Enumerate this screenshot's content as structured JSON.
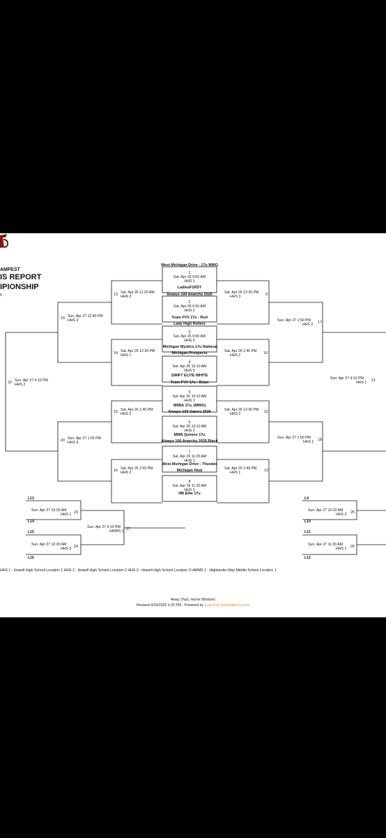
{
  "header": {
    "line1": "AMFEST",
    "line2": "IS REPORT",
    "line3": "IPIONSHIP",
    "line4": "5"
  },
  "teams": {
    "t1": "West Michigan Drive - 17u MWG",
    "t2": "LadiesF1RST",
    "t3": "Always 100 Anarchy 2026",
    "t4": "Team FVV 17u - Rod",
    "t5": "Lady High Rollers",
    "t6": "Michigan Mystics 17u National",
    "t7": "Michigan Prospects",
    "t8": "SWIFT ELITE WHITE",
    "t9": "Team FVV 17u - Brian",
    "t10": "M6BA 17u, (MWG)",
    "t11": "Always 100 Gators 2026",
    "t12": "MWA Queens 17u",
    "t13": "Always 100 Anarchy 2026 Black",
    "t14": "West Michigan Drive - Thunder",
    "t15": "Michigan Heat",
    "t16": "HB Elite 17u"
  },
  "games": {
    "g1": {
      "num": "1",
      "date": "Sat. Apr 26 9:00 AM",
      "loc": "HHS 1"
    },
    "g2": {
      "num": "2",
      "date": "Sat. Apr 26 9:00 AM",
      "loc": "HHS 2"
    },
    "g3": {
      "num": "3",
      "date": "Sat. Apr 26 9:00 AM",
      "loc": "HHS 3"
    },
    "g4": {
      "num": "4",
      "date": "Sat. Apr 26 10:10 AM",
      "loc": "HHS 3"
    },
    "g5": {
      "num": "5",
      "date": "Sat. Apr 26 10:10 AM",
      "loc": "HHS 1"
    },
    "g6": {
      "num": "6",
      "date": "Sat. Apr 26 10:10 AM",
      "loc": "HHS 2"
    },
    "g7": {
      "num": "7",
      "date": "Sat. Apr 26 11:20 AM",
      "loc": "HHS 1"
    },
    "g8": {
      "num": "8",
      "date": "Sat. Apr 26 11:20 AM",
      "loc": "HHS 2"
    },
    "g9": {
      "num": "9",
      "date": "Sat. Apr 26 12:30 PM",
      "loc": "HHS 3"
    },
    "g10": {
      "num": "10",
      "date": "Sat. Apr 26 1:40 PM",
      "loc": "HHS 2"
    },
    "g11": {
      "num": "11",
      "date": "Sat. Apr 26 12:30 PM",
      "loc": "HHS 2"
    },
    "g12": {
      "num": "12",
      "date": "Sat. Apr 26 1:40 PM",
      "loc": "HHS 1"
    },
    "g13": {
      "num": "13",
      "date": "Sat. Apr 26 11:20 AM",
      "loc": "HHS 3"
    },
    "g14": {
      "num": "14",
      "date": "Sat. Apr 26 12:30 PM",
      "loc": "HHS 1"
    },
    "g15": {
      "num": "15",
      "date": "Sat. Apr 26 1:40 PM",
      "loc": "HHS 3"
    },
    "g16": {
      "num": "16",
      "date": "Sat. Apr 26 2:50 PM",
      "loc": "HHS 2"
    },
    "g17": {
      "num": "17",
      "date": "Sun. Apr 27 1:50 PM",
      "loc": "HHS 2"
    },
    "g18": {
      "num": "18",
      "date": "Sun. Apr 27 1:50 PM",
      "loc": "HHS 1"
    },
    "g19": {
      "num": "19",
      "date": "Sun. Apr 27 12:40 PM",
      "loc": "HHS 3"
    },
    "g20": {
      "num": "20",
      "date": "Sun. Apr 27 1:50 PM",
      "loc": "HHS 3"
    },
    "g21": {
      "num": "21",
      "date": "Sun. Apr 27 4:10 PM",
      "loc": "HHS 1"
    },
    "g22": {
      "num": "22",
      "date": "Sun. Apr 27 4:10 PM",
      "loc": "HHS 2"
    },
    "g23": {
      "num": "23",
      "date": "Sun. Apr 27 10:20 AM",
      "loc": "HHS 1"
    },
    "g24": {
      "num": "24",
      "date": "Sun. Apr 27 10:20 AM",
      "loc": "HHS 2"
    },
    "g25": {
      "num": "25",
      "date": "Sun. Apr 27 10:20 AM",
      "loc": "HHS 3"
    },
    "g26": {
      "num": "26",
      "date": "Sun. Apr 27 11:30 AM",
      "loc": "HHS 1"
    },
    "g27": {
      "num": "27",
      "date": "Sun. Apr 27 4:10 PM",
      "loc": "HWMS 1"
    }
  },
  "losers": {
    "l13": "L13",
    "l14": "L14",
    "l15": "L15",
    "l16": "L16",
    "l9": "L9",
    "l10": "L10",
    "l11": "L11",
    "l12": "L12"
  },
  "legend": "HHS 1 - Howell High School Location 1    HHS 2 - Howell High School Location 2    HHS 3 - Howell High School Location 3    HWMS 1 - Highlander Way Middle School Location 1",
  "footer": {
    "note": "Away (Top), Home (Bottom)",
    "revised": "Revised 4/23/2025 3:25 PM - Powered by ",
    "powered": "Exposure Basketball Events"
  },
  "colors": {
    "frame": "#000000",
    "sheet": "#ffffff",
    "powered": "#d99a2b",
    "logo": "#7a1a1a"
  }
}
